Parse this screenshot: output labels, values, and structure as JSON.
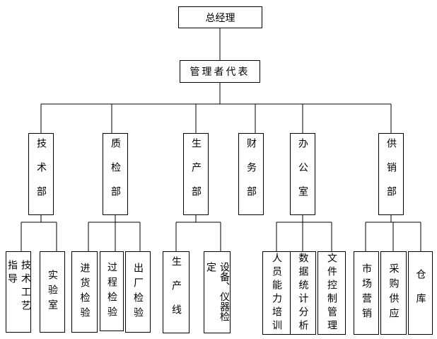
{
  "org": {
    "top": "总经理",
    "rep": "管理者代表",
    "departments": [
      "技术部",
      "质检部",
      "生产部",
      "财务部",
      "办公室",
      "供销部"
    ],
    "subs": {
      "tech": [
        "技术工艺指导",
        "实验室"
      ],
      "qc": [
        "进货检验",
        "过程检验",
        "出厂检验"
      ],
      "prod": [
        "生产线",
        "设备、仪器检定"
      ],
      "office": [
        "人员能力培训",
        "数据统计分析",
        "文件控制管理"
      ],
      "sales": [
        "市场营销",
        "采购供应",
        "仓库"
      ]
    }
  }
}
